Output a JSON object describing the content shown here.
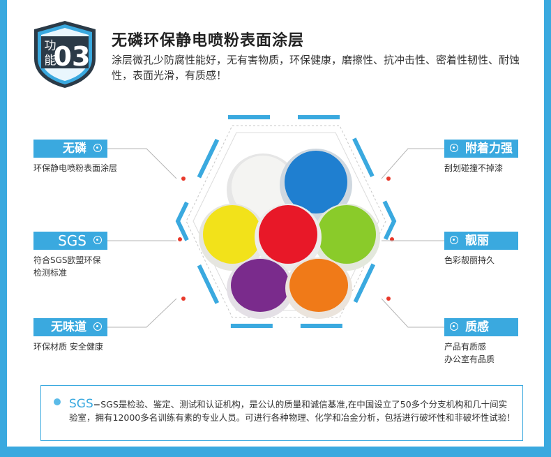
{
  "badge": {
    "label_line1": "功",
    "label_line2": "能",
    "number": "03"
  },
  "header": {
    "title": "无磷环保静电喷粉表面涂层",
    "description": "涂层微孔少防腐性能好，无有害物质，环保健康，磨擦性、抗冲击性、密着性韧性、耐蚀性，表面光滑，有质感！"
  },
  "features_left": [
    {
      "label": "无磷",
      "sub_lines": [
        "环保静电喷粉表面涂层"
      ]
    },
    {
      "label": "SGS",
      "sub_lines": [
        "符合SGS欧盟环保",
        "检测标准"
      ]
    },
    {
      "label": "无味道",
      "sub_lines": [
        "环保材质 安全健康"
      ]
    }
  ],
  "features_right": [
    {
      "label": "附着力强",
      "sub_lines": [
        "刮划碰撞不掉漆"
      ]
    },
    {
      "label": "靓丽",
      "sub_lines": [
        "色彩靓丽持久"
      ]
    },
    {
      "label": "质感",
      "sub_lines": [
        "产品有质感",
        "办公室有品质"
      ]
    }
  ],
  "powder_colors": {
    "white": "#f4f4f2",
    "blue": "#1f7fd0",
    "yellow": "#f2e21a",
    "red": "#e81828",
    "green": "#8acb2a",
    "purple": "#7a2b8c",
    "orange": "#f07a18"
  },
  "note": {
    "lead": "SGS",
    "text": "SGS是检验、鉴定、测试和认证机构，是公认的质量和诚信基准,在中国设立了50多个分支机构和几十间实验室，拥有12000多名训练有素的专业人员。可进行各种物理、化学和冶金分析，包括进行破坏性和非破坏性试验！"
  },
  "colors": {
    "accent": "#3aa9df",
    "shield_dark": "#2b3a47",
    "marker": "#e8382a"
  }
}
